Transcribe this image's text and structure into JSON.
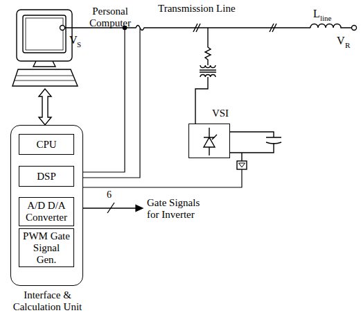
{
  "diagram": {
    "nodes": [
      {
        "text": [
          "Personal Computer"
        ]
      },
      {
        "text": [
          "Interface & Calculation Unit"
        ]
      },
      {
        "text": [
          "CPU"
        ],
        "in": 1
      },
      {
        "text": [
          "DSP"
        ],
        "in": 1
      },
      {
        "text": [
          "A/D D/A Converter"
        ],
        "in": 1
      },
      {
        "text": [
          "PWM Gate Signal Gen."
        ],
        "in": 1
      },
      {
        "text": [
          "VSI"
        ]
      }
    ],
    "edges": [
      {
        "from": 0,
        "to": 1,
        "arrow": "both"
      }
    ],
    "labels": [
      "Transmission Line",
      "V",
      "S",
      "L",
      "line",
      "V",
      "R",
      "Gate Signals for Inverter",
      "6"
    ]
  }
}
